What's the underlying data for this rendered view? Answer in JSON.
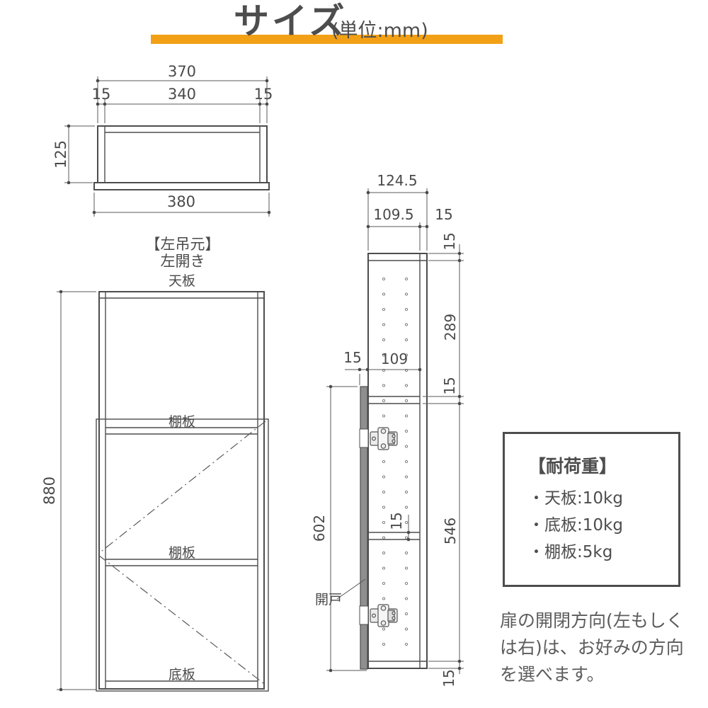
{
  "title": {
    "main": "サイズ",
    "unit": "(単位:mm)"
  },
  "top_view": {
    "dims": {
      "total_width": "370",
      "side_left": "15",
      "inner_width": "340",
      "side_right": "15",
      "depth": "125",
      "bottom_width": "380"
    }
  },
  "front_view": {
    "heading_line1": "【左吊元】",
    "heading_line2": "左開き",
    "labels": {
      "top_board": "天板",
      "shelf1": "棚板",
      "shelf2": "棚板",
      "bottom_board": "底板"
    },
    "dims": {
      "height": "880"
    }
  },
  "side_view": {
    "dims": {
      "depth_total": "124.5",
      "depth_inner": "109.5",
      "back_thickness": "15",
      "top_board_thickness": "15",
      "upper_space": "289",
      "shelf_thickness": "15",
      "lower_space": "546",
      "bottom_board_thickness": "15",
      "door_thickness": "15",
      "inner_depth": "109",
      "shelf2_thickness": "15",
      "door_height": "602"
    },
    "door_label": "開戸"
  },
  "load_box": {
    "heading": "【耐荷重】",
    "items": [
      "・天板:10kg",
      "・底板:10kg",
      "・棚板:5kg"
    ]
  },
  "note": {
    "text": "扉の開閉方向(左もしくは右)は、お好みの方向を選べます。",
    "lines": [
      "扉の開閉方向(左もしく",
      "は右)は、お好みの方向",
      "を選べます。"
    ]
  }
}
